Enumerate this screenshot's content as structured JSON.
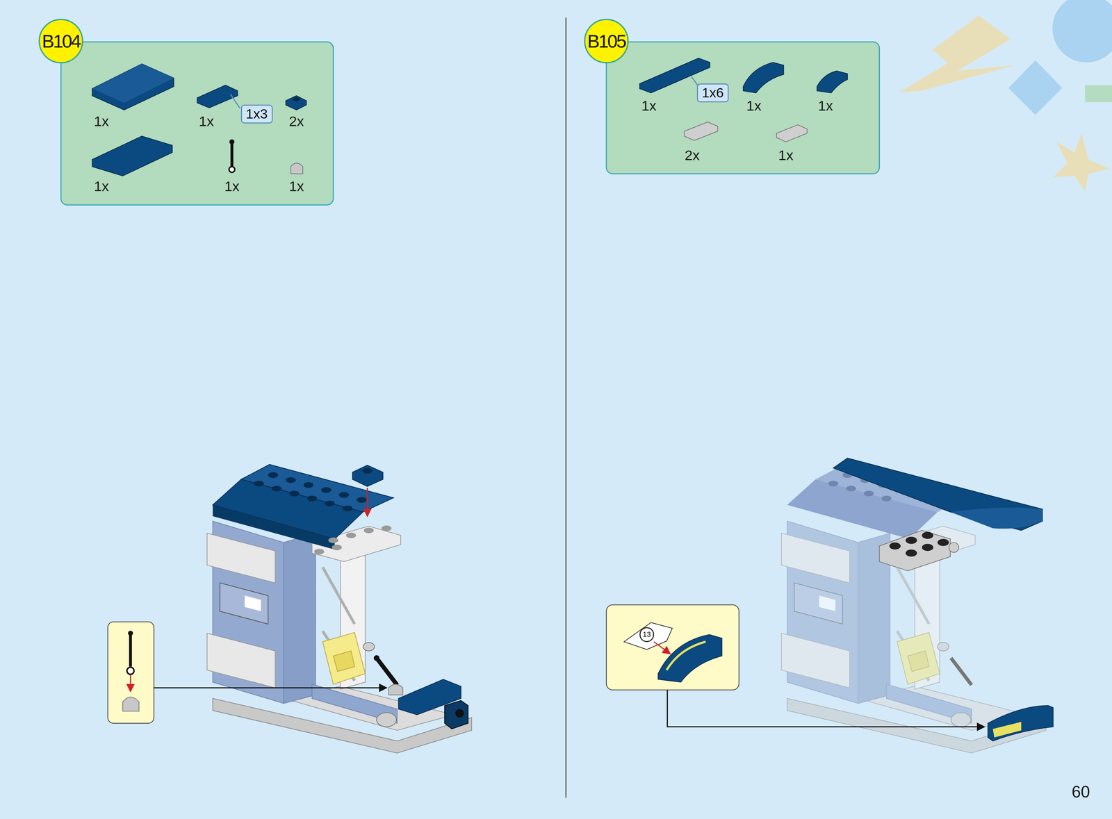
{
  "diagram": {
    "nodes": [
      {
        "text": [
          "B104"
        ]
      },
      {
        "text": [
          "1x3"
        ]
      },
      {
        "text": [
          "B105"
        ]
      },
      {
        "text": [
          "1x6"
        ]
      },
      {
        "text": [
          "13"
        ]
      }
    ],
    "labels": [
      "1x",
      "1x",
      "2x",
      "1x",
      "1x",
      "1x",
      "1x",
      "1x",
      "1x",
      "2x",
      "1x",
      "60"
    ]
  }
}
